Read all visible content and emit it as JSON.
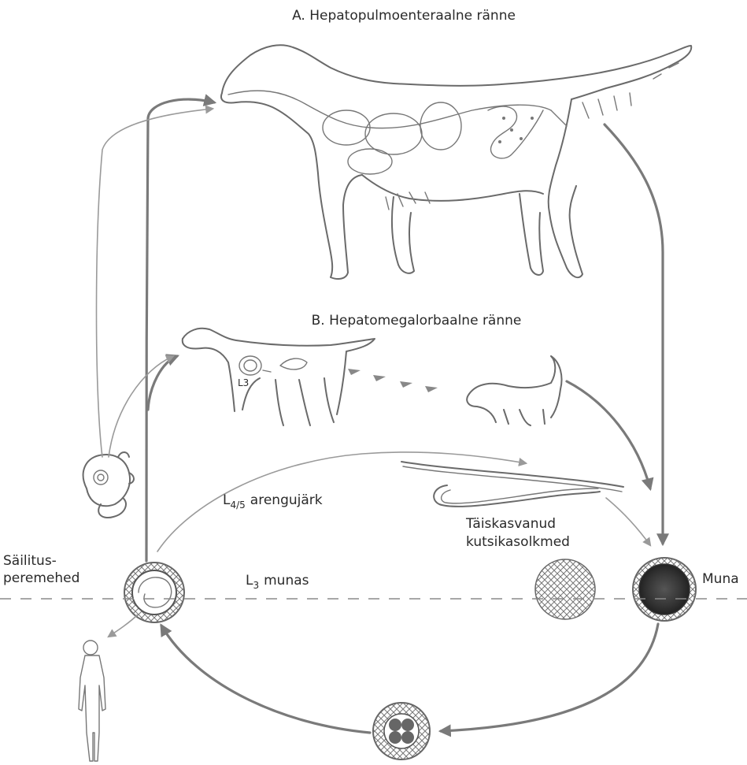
{
  "title_a": "A. Hepatopulmoenteraalne ränne",
  "title_b": "B. Hepatomegalorbaalne ränne",
  "label_l3_pup": "L3",
  "label_l45_sub": "4/5",
  "label_l45_text": "arengujärk",
  "label_l3_eggs_sub": "3",
  "label_l3_eggs_text": "munas",
  "label_adults_line1": "Täiskasvanud",
  "label_adults_line2": "kutsikasolkmed",
  "label_paratenic_line1": "Säilitus-",
  "label_paratenic_line2": "peremehed",
  "label_egg": "Muna"
}
